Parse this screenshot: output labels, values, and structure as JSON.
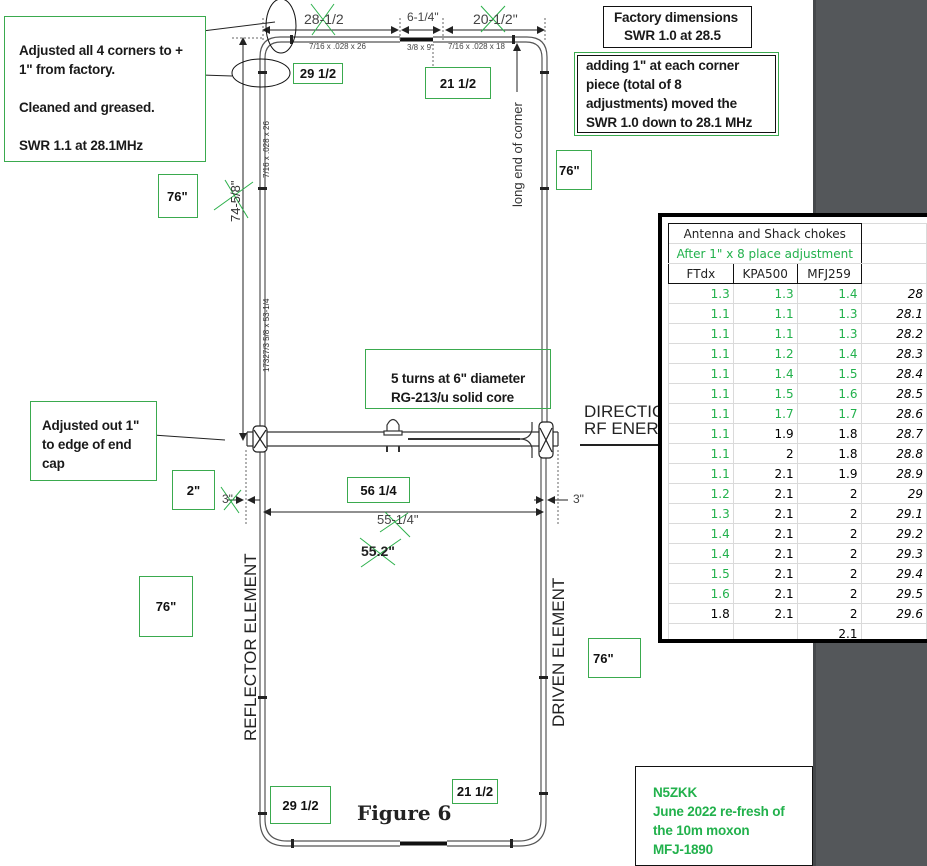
{
  "figure": {
    "caption": "Figure 6",
    "element_labels": {
      "reflector": "REFLECTOR ELEMENT",
      "driven": "DRIVEN ELEMENT",
      "long_end": "long end of corner",
      "direction_line1": "DIRECTIO",
      "direction_line2": "RF ENERG"
    },
    "tube_specs": {
      "top_left": "7/16 x .028 x 26",
      "top_center": "3/8 x 9\"",
      "top_right": "7/16 x .028 x 18",
      "left_upper": "7/16 x .028 x 26",
      "left_lower": "17327/3 5/8 x 53-1/4"
    },
    "original_dimensions": {
      "top_left": "28-1/2",
      "top_center": "6-1/4\"",
      "top_right": "20-1/2\"",
      "height": "74-5/8\"",
      "spacing": "55-1/4\"",
      "spacing_alt": "55.2\"",
      "left_gap": "3\"",
      "right_gap": "3\""
    },
    "struck_out": [
      "28-1/2",
      "20-1/2\"",
      "74-5/8\"",
      "55-1/4\"",
      "55.2\"",
      "3\" (left)"
    ]
  },
  "annotations": {
    "corners_note": {
      "line1": "Adjusted all 4 corners to +",
      "line2": "1\" from factory.",
      "line3": "Cleaned and greased.",
      "line4": "SWR 1.1 at 28.1MHz"
    },
    "factory_note": {
      "line1": "Factory dimensions",
      "line2": "SWR 1.0 at 28.5"
    },
    "adding_note": {
      "line1": "adding 1\" at each corner",
      "line2": "piece (total of 8",
      "line3": "adjustments) moved the",
      "line4": "SWR 1.0 down to 28.1 MHz"
    },
    "choke_note": {
      "line1": "5 turns at 6\" diameter",
      "line2": "RG-213/u solid core"
    },
    "endcap_note": {
      "line1": "Adjusted out 1\"",
      "line2": "to edge of end",
      "line3": "cap"
    },
    "signature": {
      "line1": "N5ZKK",
      "line2": "June 2022 re-fresh of",
      "line3": "the 10m moxon",
      "line4": "MFJ-1890"
    },
    "new_dimensions": {
      "top_left_29": "29 1/2",
      "top_right_21": "21 1/2",
      "left_76": "76\"",
      "right_76": "76\"",
      "lower_left_76": "76\"",
      "lower_right_76": "76\"",
      "gap_2": "2\"",
      "spacing_56": "56 1/4",
      "bottom_left_29": "29 1/2",
      "bottom_right_21": "21 1/2"
    }
  },
  "spreadsheet": {
    "title": "Antenna and Shack chokes",
    "subtitle": "After 1\" x 8 place adjustment",
    "columns": [
      "FTdx",
      "KPA500",
      "MFJ259"
    ],
    "rows": [
      {
        "ftdx": "1.3",
        "kpa500": "1.3",
        "mfj259": "1.4",
        "freq": "28"
      },
      {
        "ftdx": "1.1",
        "kpa500": "1.1",
        "mfj259": "1.3",
        "freq": "28.1"
      },
      {
        "ftdx": "1.1",
        "kpa500": "1.1",
        "mfj259": "1.3",
        "freq": "28.2"
      },
      {
        "ftdx": "1.1",
        "kpa500": "1.2",
        "mfj259": "1.4",
        "freq": "28.3"
      },
      {
        "ftdx": "1.1",
        "kpa500": "1.4",
        "mfj259": "1.5",
        "freq": "28.4"
      },
      {
        "ftdx": "1.1",
        "kpa500": "1.5",
        "mfj259": "1.6",
        "freq": "28.5"
      },
      {
        "ftdx": "1.1",
        "kpa500": "1.7",
        "mfj259": "1.7",
        "freq": "28.6"
      },
      {
        "ftdx": "1.1",
        "kpa500": "1.9",
        "mfj259": "1.8",
        "freq": "28.7"
      },
      {
        "ftdx": "1.1",
        "kpa500": "2",
        "mfj259": "1.8",
        "freq": "28.8"
      },
      {
        "ftdx": "1.1",
        "kpa500": "2.1",
        "mfj259": "1.9",
        "freq": "28.9"
      },
      {
        "ftdx": "1.2",
        "kpa500": "2.1",
        "mfj259": "2",
        "freq": "29"
      },
      {
        "ftdx": "1.3",
        "kpa500": "2.1",
        "mfj259": "2",
        "freq": "29.1"
      },
      {
        "ftdx": "1.4",
        "kpa500": "2.1",
        "mfj259": "2",
        "freq": "29.2"
      },
      {
        "ftdx": "1.4",
        "kpa500": "2.1",
        "mfj259": "2",
        "freq": "29.3"
      },
      {
        "ftdx": "1.5",
        "kpa500": "2.1",
        "mfj259": "2",
        "freq": "29.4"
      },
      {
        "ftdx": "1.6",
        "kpa500": "2.1",
        "mfj259": "2",
        "freq": "29.5"
      },
      {
        "ftdx": "1.8",
        "kpa500": "2.1",
        "mfj259": "2",
        "freq": "29.6"
      }
    ],
    "extra_value": "2.1",
    "green_cells": {
      "ftdx_green_through_row": 15,
      "kpa500_green_through_row": 6,
      "mfj259_green_through_row": 6
    }
  },
  "colors": {
    "annotation_green": "#3aaa4e",
    "value_green": "#22b14c",
    "side_panel": "#54575a",
    "strike_green": "#2bb04a"
  }
}
